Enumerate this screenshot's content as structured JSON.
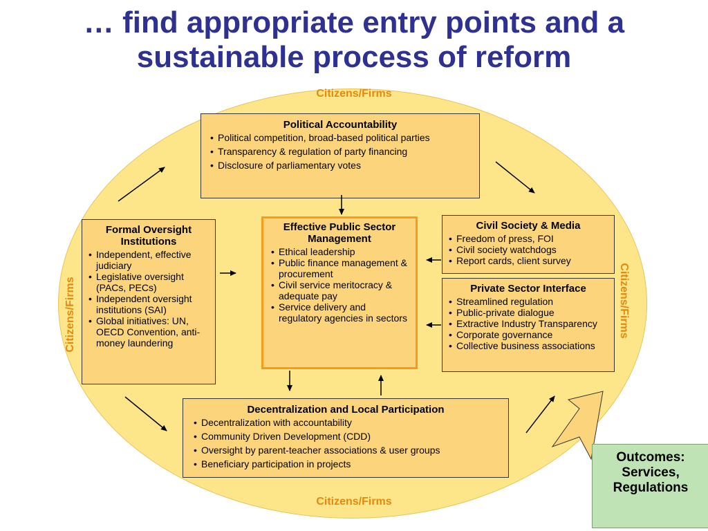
{
  "title": "… find appropriate entry points and a sustainable process of reform",
  "citizens_label": "Citizens/Firms",
  "political_accountability": {
    "heading": "Political Accountability",
    "items": [
      "Political competition, broad-based political parties",
      "Transparency & regulation of party financing",
      "Disclosure of parliamentary votes"
    ]
  },
  "formal_oversight": {
    "heading": "Formal Oversight Institutions",
    "items": [
      "Independent, effective judiciary",
      "Legislative oversight (PACs, PECs)",
      "Independent oversight institutions (SAI)",
      "Global initiatives: UN, OECD Convention, anti-money laundering"
    ]
  },
  "effective_psm": {
    "heading": "Effective Public Sector Management",
    "items": [
      "Ethical leadership",
      "Public finance management & procurement",
      "Civil service meritocracy & adequate pay",
      "Service delivery and regulatory agencies in sectors"
    ]
  },
  "civil_society": {
    "heading": "Civil Society & Media",
    "items": [
      "Freedom of press, FOI",
      "Civil society watchdogs",
      "Report cards, client survey"
    ]
  },
  "private_sector": {
    "heading": "Private Sector Interface",
    "items": [
      "Streamlined regulation",
      "Public-private dialogue",
      "Extractive Industry Transparency",
      "Corporate governance",
      "Collective business associations"
    ]
  },
  "decentralization": {
    "heading": "Decentralization and Local Participation",
    "items": [
      "Decentralization with accountability",
      "Community Driven Development (CDD)",
      "Oversight by parent-teacher associations & user groups",
      "Beneficiary participation in projects"
    ]
  },
  "outcomes": {
    "line1": "Outcomes:",
    "line2": "Services,",
    "line3": "Regulations"
  },
  "colors": {
    "title": "#2e3192",
    "ellipse": "#fde68a",
    "box": "#fcd47c",
    "citizens": "#e38a0e",
    "center_border": "#f59b1e",
    "outcomes": "#bfe3b5"
  }
}
